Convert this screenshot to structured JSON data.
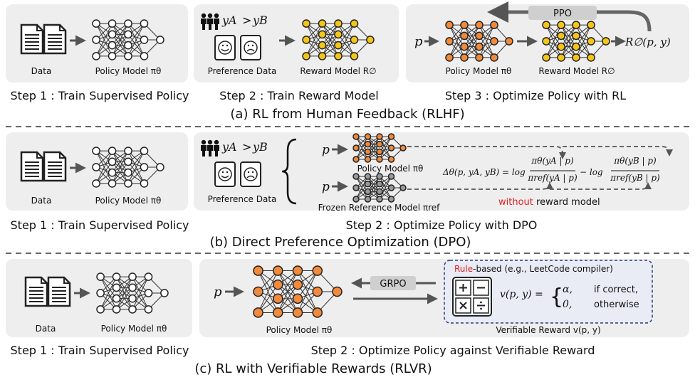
{
  "colors": {
    "orange": "#f08a3c",
    "yellow": "#f5c518",
    "gray": "#9a9a9a",
    "white": "#ffffff",
    "red": "#e02020",
    "panel": "#eeeeee"
  },
  "rlhf": {
    "data_label": "Data",
    "policy_label": "Policy Model πθ",
    "pref_label": "Preference Data",
    "pref_ya": "yA",
    "pref_gt": ">",
    "pref_yb": "yB",
    "reward_label": "Reward Model R∅",
    "p": "p",
    "ppo": "PPO",
    "output": "R∅(p, y)",
    "policy2_label": "Policy Model πθ",
    "reward2_label": "Reward Model R∅",
    "step1": "Step 1 : Train Supervised Policy",
    "step2": "Step 2 : Train Reward Model",
    "step3": "Step 3 : Optimize Policy with RL",
    "caption": "(a) RL from Human Feedback (RLHF)"
  },
  "dpo": {
    "data_label": "Data",
    "policy_label": "Policy Model πθ",
    "pref_label": "Preference Data",
    "pref_ya": "yA",
    "pref_gt": ">",
    "pref_yb": "yB",
    "p1": "p",
    "p2": "p",
    "policy_small": "Policy Model πθ",
    "frozen_label": "Frozen Reference Model πref",
    "formula_lhs": "Δθ(p, yA, yB) = log",
    "formula_num1": "πθ(yA | p)",
    "formula_den1": "πref(yA | p)",
    "formula_mid": "− log",
    "formula_num2": "πθ(yB | p)",
    "formula_den2": "πref(yB | p)",
    "without": "without",
    "without_rest": " reward model",
    "step1": "Step 1 : Train Supervised Policy",
    "step2": "Step 2 : Optimize Policy with DPO",
    "caption": "(b) Direct Preference Optimization (DPO)"
  },
  "rlvr": {
    "data_label": "Data",
    "policy_label": "Policy Model πθ",
    "p": "p",
    "grpo": "GRPO",
    "policy2_label": "Policy Model πθ",
    "rule_word": "Rule",
    "rule_rest": "-based (e.g., LeetCode compiler)",
    "v_lhs": "v(p, y) =",
    "case1_val": "α,",
    "case1_cond": "if correct,",
    "case2_val": "0,",
    "case2_cond": "otherwise",
    "vr_label": "Verifiable Reward v(p, y)",
    "step1": "Step 1 : Train Supervised Policy",
    "step2": "Step 2 : Optimize Policy against Verifiable Reward",
    "caption": "(c) RL with Verifiable Rewards (RLVR)"
  }
}
